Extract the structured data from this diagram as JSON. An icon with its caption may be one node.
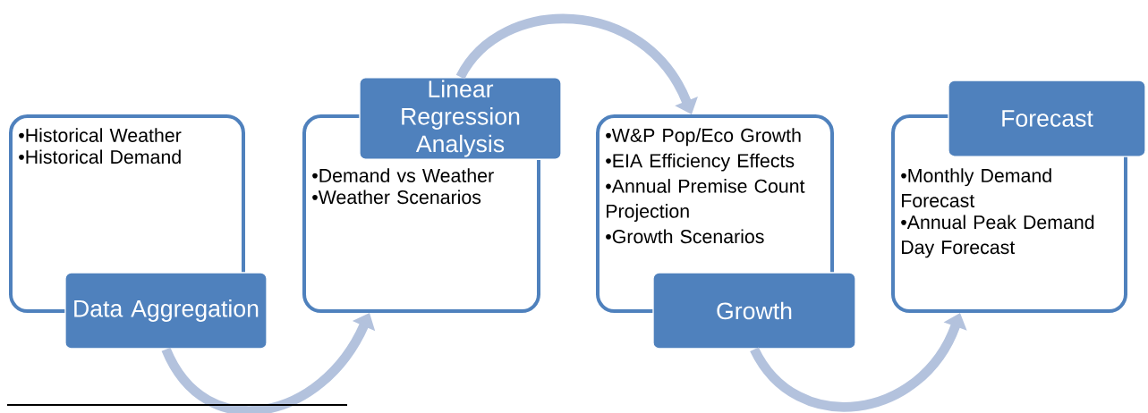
{
  "diagram": {
    "nodes": [
      {
        "text": [
          "•Historical Weather",
          "•Historical Demand"
        ]
      },
      {
        "text": [
          "Data Aggregation"
        ]
      },
      {
        "text": [
          "•Demand vs Weather",
          "•Weather Scenarios"
        ]
      },
      {
        "text": [
          "Linear Regression Analysis"
        ]
      },
      {
        "text": [
          "•W&P Pop/Eco Growth",
          "•EIA Efficiency Effects",
          "•Annual Premise Count Projection",
          "•Growth Scenarios"
        ]
      },
      {
        "text": [
          "Growth"
        ]
      },
      {
        "text": [
          "•Monthly Demand Forecast",
          "•Annual Peak Demand Day Forecast"
        ]
      },
      {
        "text": [
          "Forecast"
        ]
      }
    ],
    "edges": [
      {
        "from": 1,
        "to": 2,
        "arrow": "to"
      },
      {
        "from": 3,
        "to": 4,
        "arrow": "to"
      },
      {
        "from": 5,
        "to": 6,
        "arrow": "to"
      }
    ]
  }
}
